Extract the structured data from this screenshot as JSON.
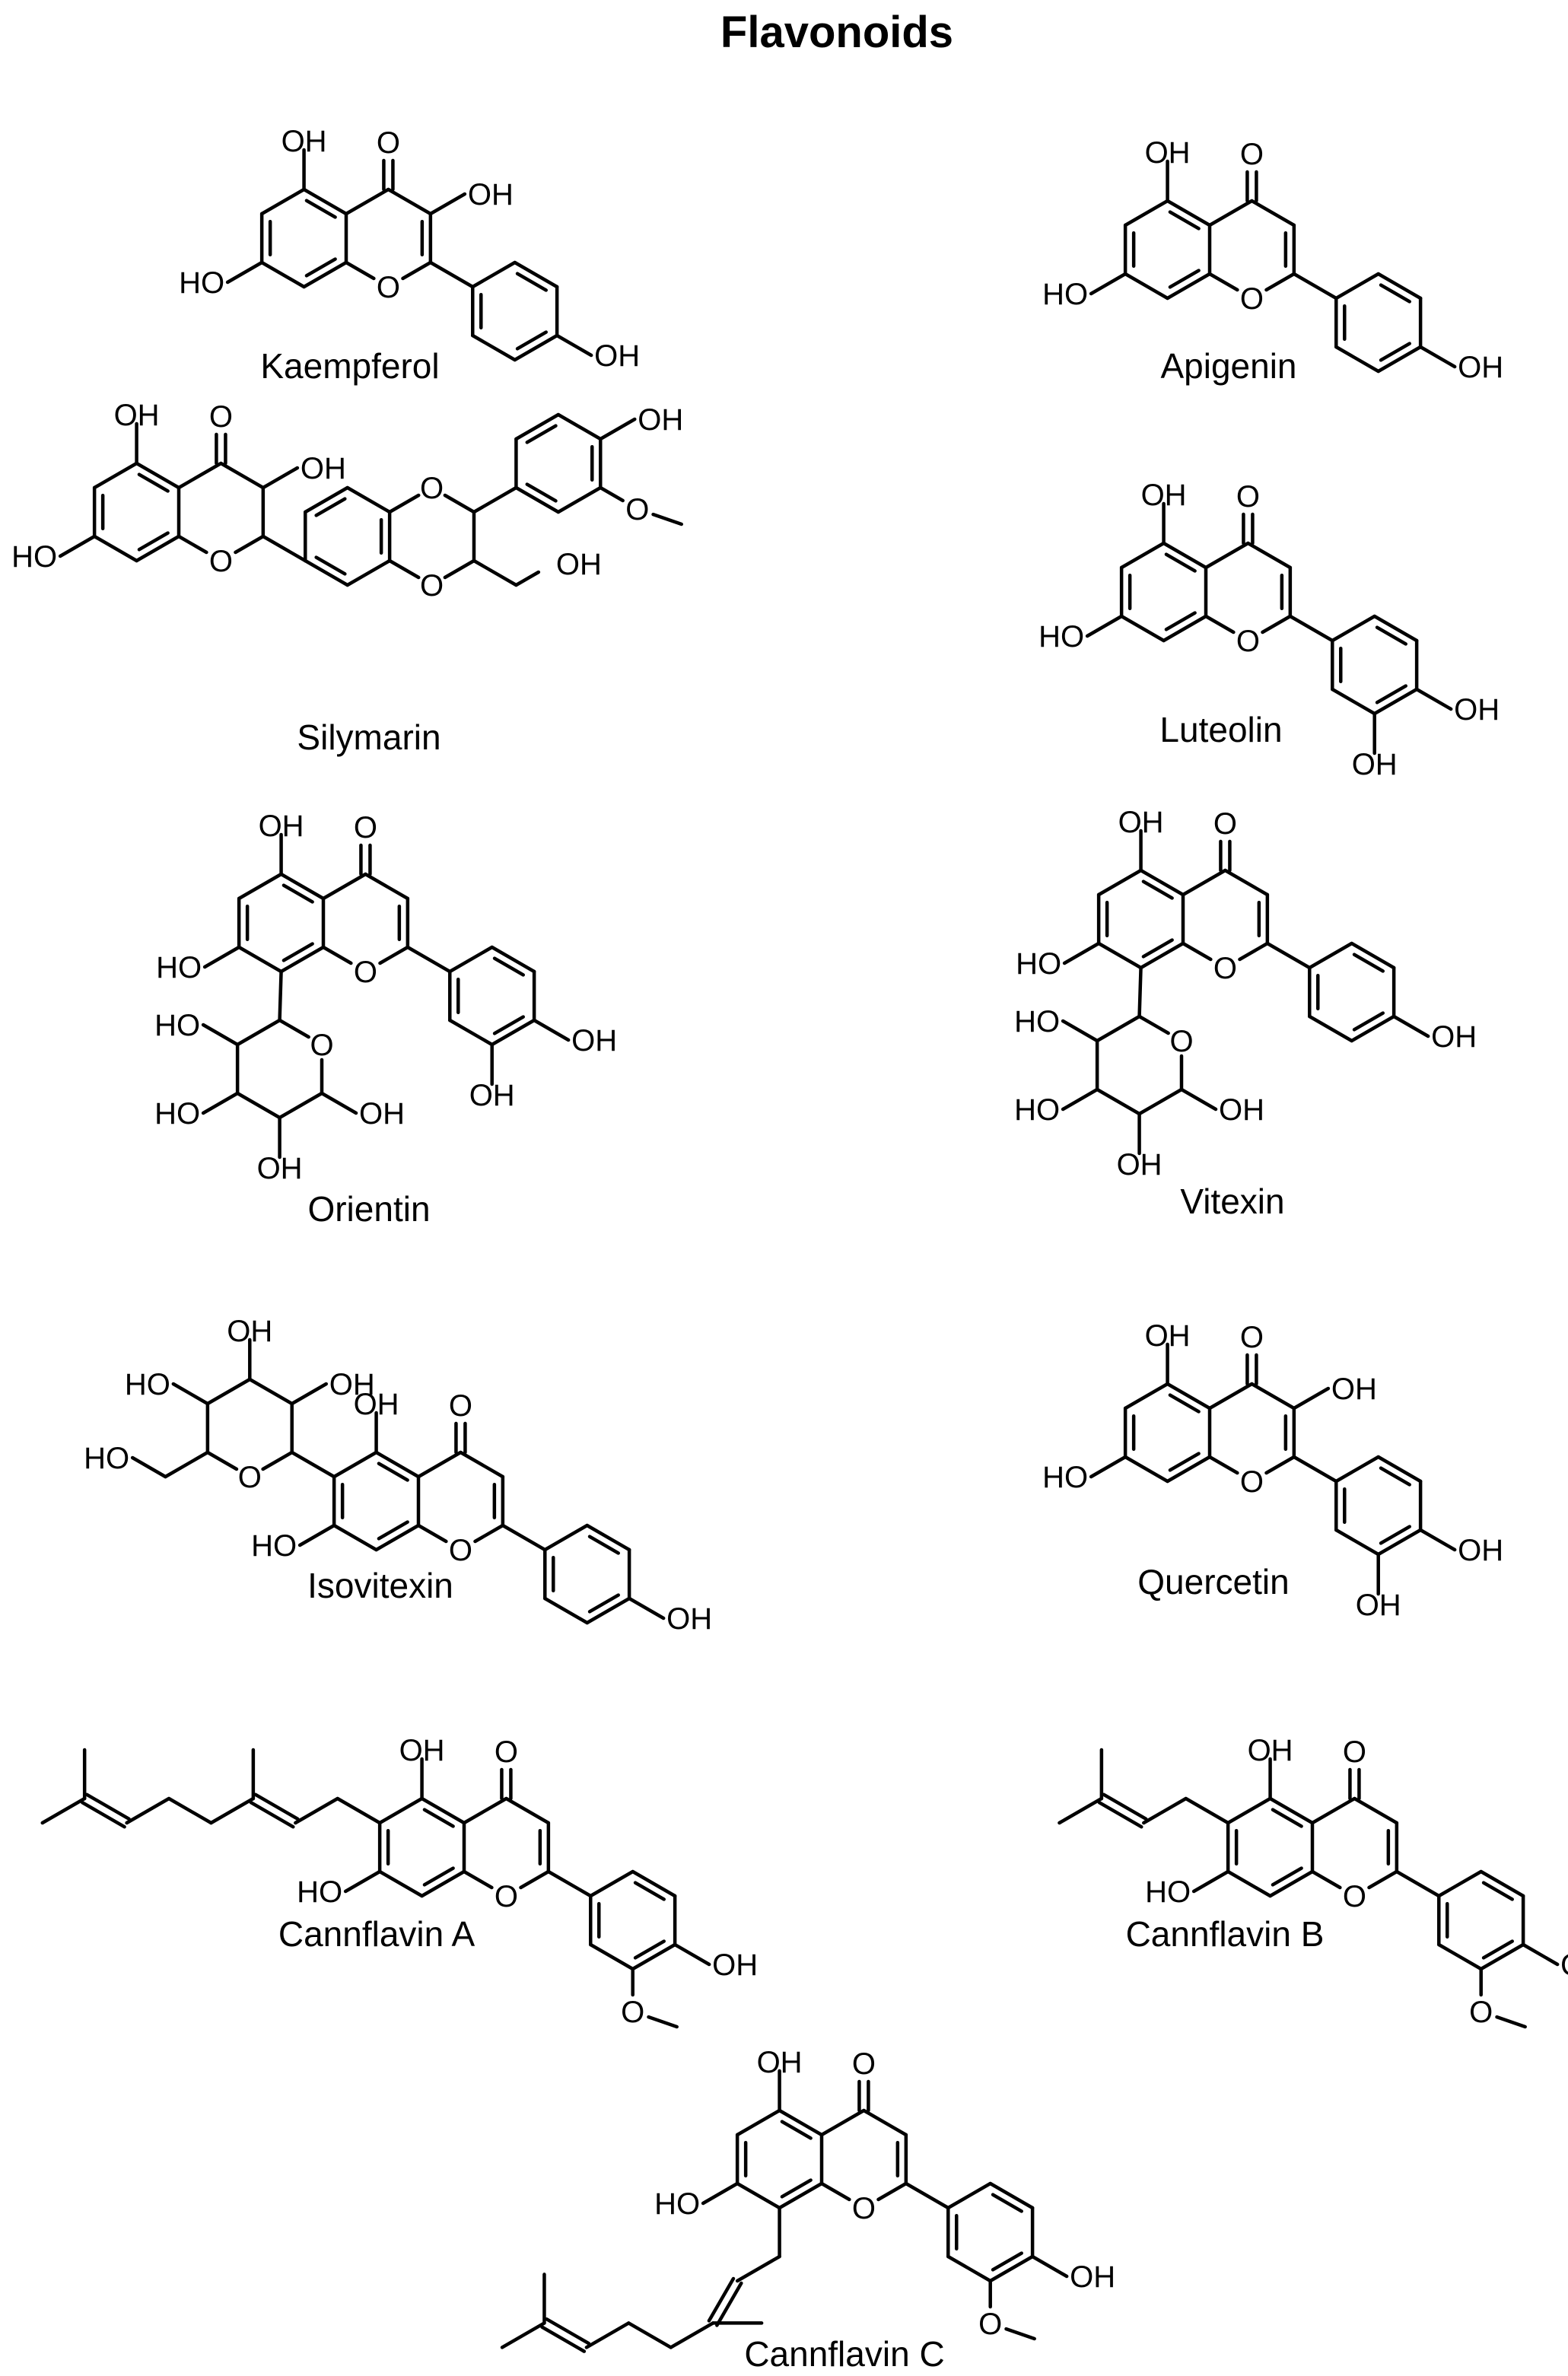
{
  "title": "Flavonoids",
  "atoms": {
    "hydroxyl": "OH",
    "hydroxyl_left": "HO",
    "oxygen": "O"
  },
  "compounds": [
    {
      "name": "Kaempferol"
    },
    {
      "name": "Apigenin"
    },
    {
      "name": "Silymarin"
    },
    {
      "name": "Luteolin"
    },
    {
      "name": "Orientin"
    },
    {
      "name": "Vitexin"
    },
    {
      "name": "Isovitexin"
    },
    {
      "name": "Quercetin"
    },
    {
      "name": "Cannflavin A"
    },
    {
      "name": "Cannflavin B"
    },
    {
      "name": "Cannflavin C"
    }
  ]
}
